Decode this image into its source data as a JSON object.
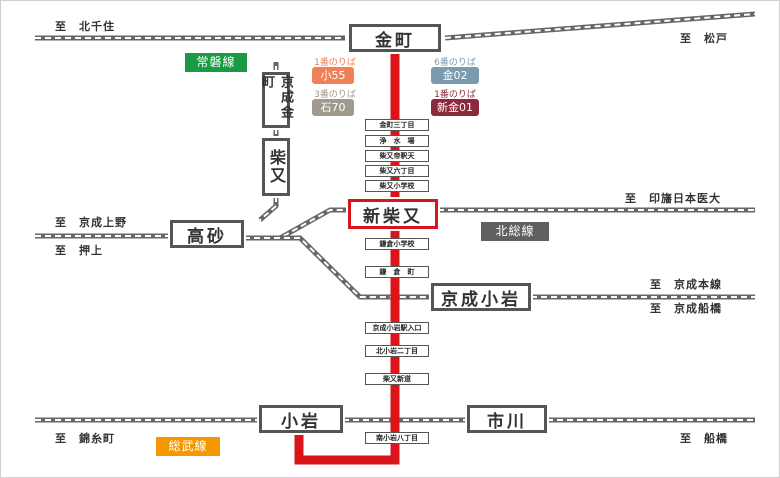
{
  "stations": {
    "kanamachi": "金町",
    "keisei_kanamachi": "京成金町",
    "shibamata": "柴又",
    "takasago": "高砂",
    "shin_shibamata": "新柴又",
    "keisei_koiwa": "京成小岩",
    "koiwa": "小岩",
    "ichikawa": "市川"
  },
  "stops": [
    "金町三丁目",
    "浄　水　場",
    "柴又帝釈天",
    "柴又六丁目",
    "柴又小学校",
    "鎌倉小学校",
    "鎌　倉　町",
    "京成小岩駅入口",
    "北小岩二丁目",
    "柴又新道",
    "南小岩八丁目"
  ],
  "destinations": {
    "kitasenju": "至　北千住",
    "matsudo": "至　松戸",
    "keisei_ueno": "至　京成上野",
    "oshiage": "至　押上",
    "inba": "至　印旛日本医大",
    "keisei_motosen": "至　京成本線",
    "keisei_funabashi": "至　京成船橋",
    "kinshicho": "至　錦糸町",
    "funabashi": "至　船橋"
  },
  "line_labels": {
    "joban": "常磐線",
    "hokuso": "北総線",
    "sobu": "総武線"
  },
  "bus": {
    "ko55_platform": "1番のりば",
    "ko55": "小55",
    "seki70_platform": "3番のりば",
    "seki70": "石70",
    "kin02_platform": "6番のりば",
    "kin02": "金02",
    "shinkin01_platform": "1番のりば",
    "shinkin01": "新金01"
  },
  "colors": {
    "route": "#d9151b",
    "track": "#666666",
    "joban": "#1a9a43",
    "hokuso": "#606060",
    "sobu": "#f39800",
    "ko55": "#f08058",
    "seki70": "#a09a8c",
    "kin02": "#7a9ab0",
    "shinkin01": "#8b2a3a"
  }
}
